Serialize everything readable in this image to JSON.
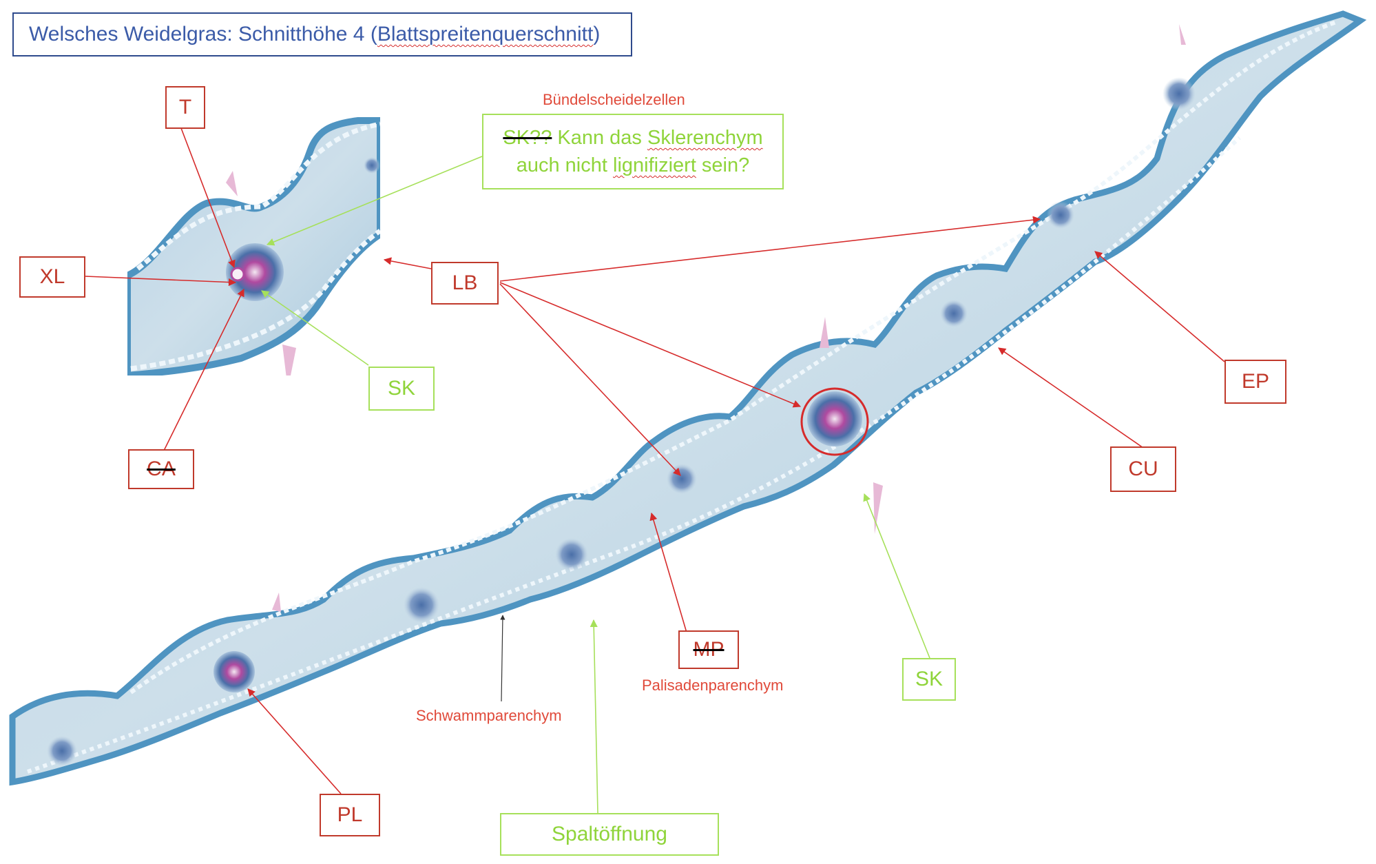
{
  "title": {
    "prefix": "Welsches Weidelgras: Schnitthöhe 4 (",
    "underlined": "Blattspreitenquerschnitt",
    "suffix": ")"
  },
  "labels": {
    "T": "T",
    "XL": "XL",
    "CA": "CA",
    "SK_inset": "SK",
    "LB": "LB",
    "EP": "EP",
    "CU": "CU",
    "SK_main": "SK",
    "MP": "MP",
    "PL": "PL",
    "spalt": "Spaltöffnung"
  },
  "annotations": {
    "buendel": "Bündelscheidelzellen",
    "palisaden": "Palisadenparenchym",
    "schwamm": "Schwammparenchym"
  },
  "question": {
    "struck": "SK??",
    "line1_rest": " Kann das ",
    "line1_wavy": "Sklerenchym",
    "line2_pre": "auch nicht ",
    "line2_wavy": "lignifiziert",
    "line2_post": " sein?"
  },
  "colors": {
    "label_red": "#c0392b",
    "label_green": "#a6e05a",
    "tissue_blue": "#7fb4d4",
    "title_blue": "#3b5ba8"
  }
}
